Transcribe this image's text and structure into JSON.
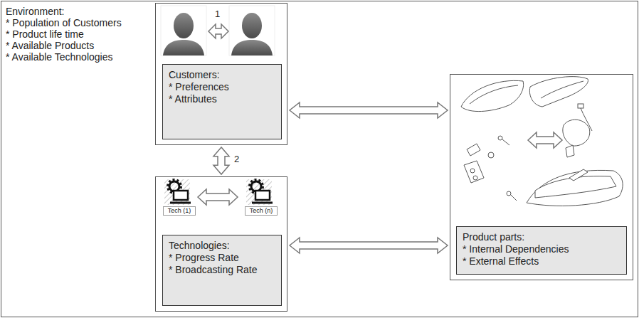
{
  "diagram": {
    "nodes": [
      {
        "text": [
          "Environment:",
          "* Population of Customers",
          "* Product life time",
          "* Available Products",
          "* Available Technologies"
        ]
      },
      {
        "text": [
          "Customers:",
          "* Preferences",
          "* Attributes"
        ],
        "in": 0
      },
      {
        "text": [
          "Technologies:",
          "* Progress Rate",
          "* Broadcasting Rate"
        ],
        "in": 0
      },
      {
        "text": [
          "Tech (1)"
        ],
        "in": 2
      },
      {
        "text": [
          "Tech (n)"
        ],
        "in": 2
      },
      {
        "text": [
          "Product parts:",
          "* Internal Dependencies",
          "* External Effects"
        ],
        "in": 0
      }
    ],
    "edges": [
      {
        "from": 1,
        "to": 5,
        "arrow": "both"
      },
      {
        "from": 1,
        "to": 2,
        "arrow": "both",
        "label": "2"
      },
      {
        "from": 2,
        "to": 5,
        "arrow": "both"
      }
    ],
    "labels": [
      "1"
    ]
  }
}
